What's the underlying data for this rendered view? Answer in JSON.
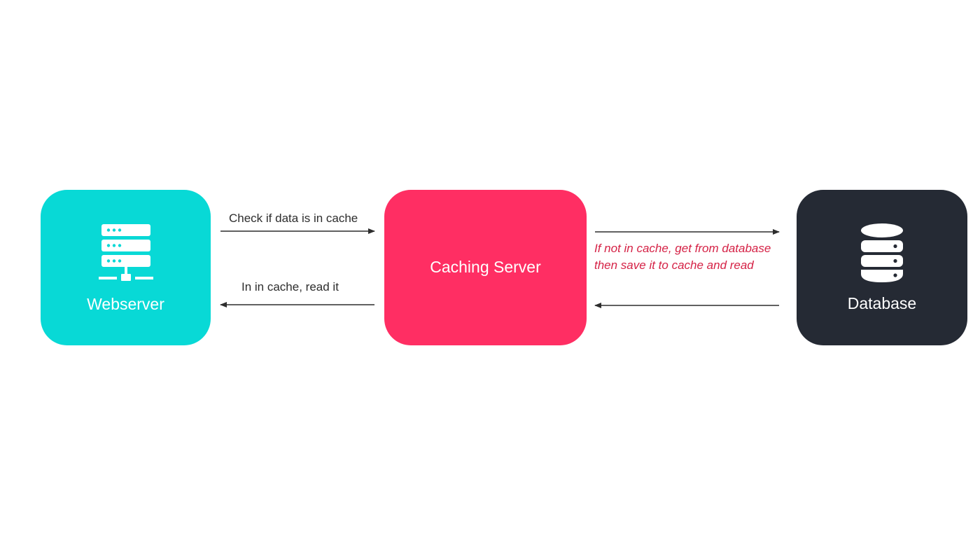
{
  "colors": {
    "webserver": "#08d9d6",
    "cache": "#ff2e63",
    "database": "#252a34",
    "arrow": "#2d2d2d",
    "miss_text": "#d52246"
  },
  "nodes": {
    "webserver": {
      "label": "Webserver",
      "icon": "server-rack-icon"
    },
    "cache": {
      "label": "Caching Server"
    },
    "database": {
      "label": "Database",
      "icon": "database-cylinder-icon"
    }
  },
  "edges": {
    "check": {
      "label": "Check if data is in cache",
      "direction": "webserver-to-cache"
    },
    "read": {
      "label": "In in cache, read it",
      "direction": "cache-to-webserver"
    },
    "miss": {
      "label": "If not in cache, get from database then save it to cache and read",
      "direction": "cache-to-database"
    },
    "return": {
      "label": "",
      "direction": "database-to-cache"
    }
  }
}
